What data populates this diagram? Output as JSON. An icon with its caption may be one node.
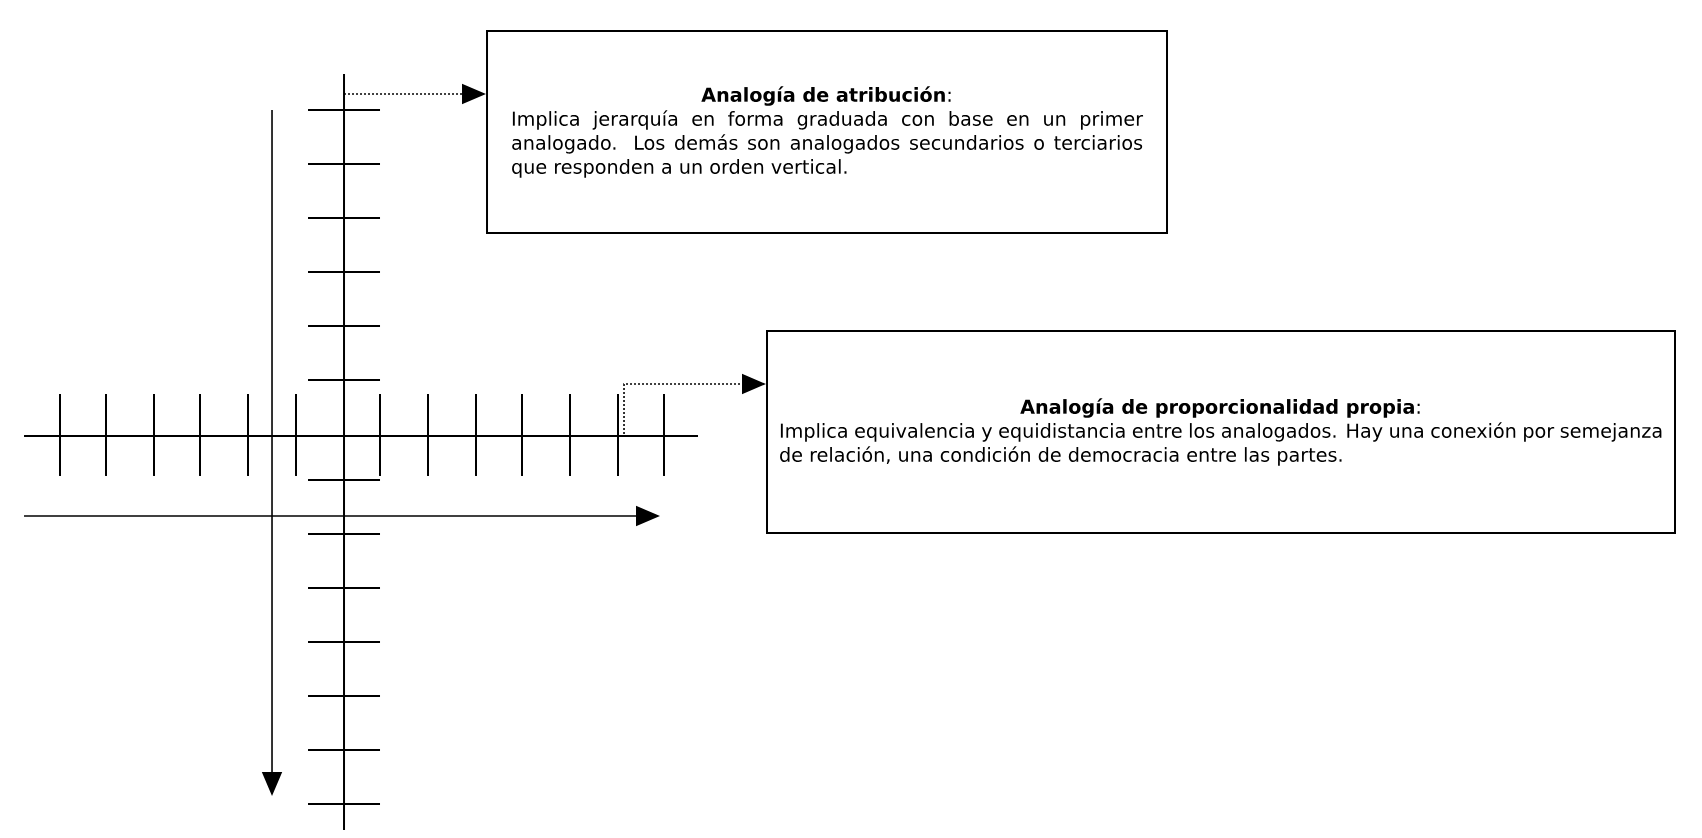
{
  "diagram": {
    "nodes": [
      {
        "text": [
          "**Analogía de atribución**:",
          "Implica jerarquía en forma graduada con base en un primer analogado. Los demás son analogados secundarios o terciarios que responden a un orden vertical."
        ]
      },
      {
        "text": [
          "**Analogía de proporcionalidad propia**:",
          "Implica equivalencia y equidistancia entre los analogados. Hay una conexión por semejanza de relación, una condición de democracia entre las partes."
        ]
      }
    ],
    "edges": [
      {
        "from": null,
        "to": 0,
        "arrow": "to",
        "style": "dashed"
      },
      {
        "from": null,
        "to": 1,
        "arrow": "to",
        "style": "dashed"
      }
    ]
  }
}
